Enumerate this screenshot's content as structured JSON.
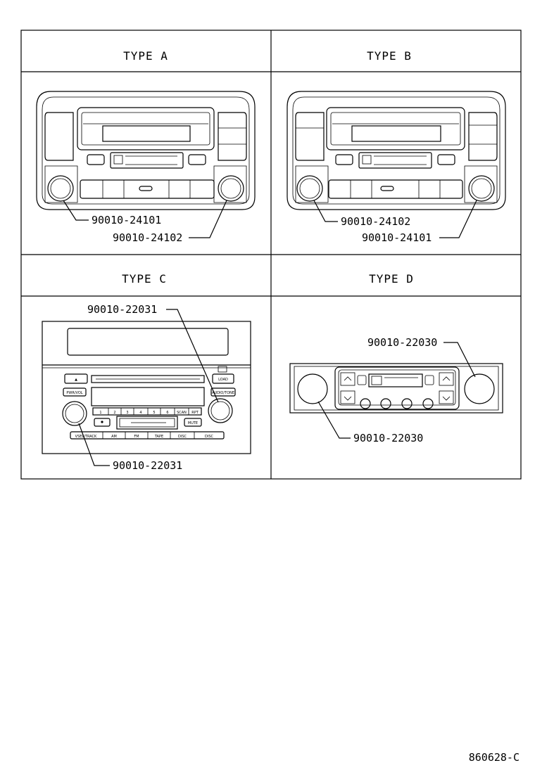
{
  "panels": [
    {
      "header": "TYPE A",
      "callouts": [
        "90010-24101",
        "90010-24102"
      ]
    },
    {
      "header": "TYPE B",
      "callouts": [
        "90010-24102",
        "90010-24101"
      ]
    },
    {
      "header": "TYPE C",
      "callouts": [
        "90010-22031",
        "90010-22031"
      ],
      "buttons": [
        "▲",
        "PWR/VOL",
        "LOAD",
        "AUDIO/TONE",
        "1",
        "2",
        "3",
        "4",
        "5",
        "6",
        "SCAN",
        "RPT",
        "MUTE",
        "VSEL/TRACK",
        "AM",
        "FM",
        "TAPE",
        "DISC",
        "DISC"
      ]
    },
    {
      "header": "TYPE D",
      "callouts": [
        "90010-22030",
        "90010-22030"
      ]
    }
  ],
  "drawing_number": "860628-C"
}
